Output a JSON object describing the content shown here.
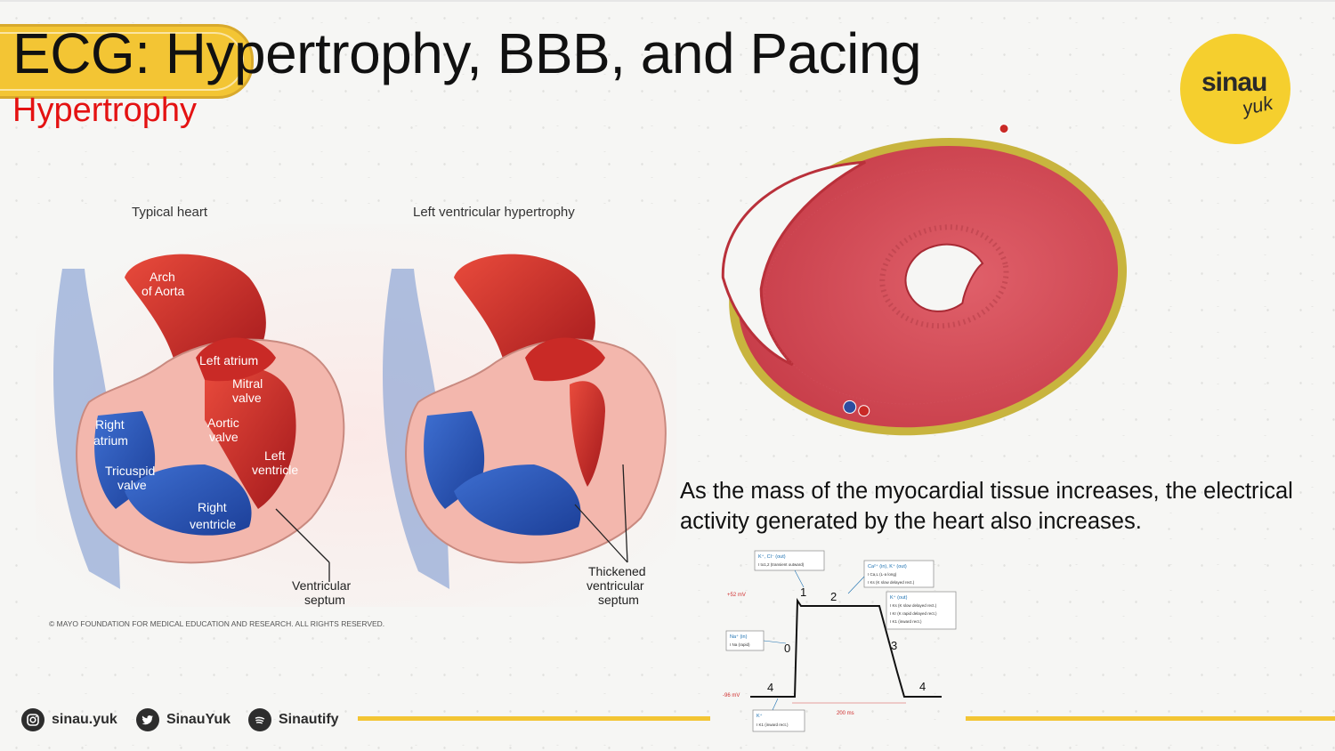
{
  "slide": {
    "title": "ECG: Hypertrophy, BBB, and Pacing",
    "subtitle": "Hypertrophy",
    "body": "As the mass of the myocardial tissue increases, the electrical activity generated by the heart also increases.",
    "accent_color": "#f3c534",
    "subtitle_color": "#e41212"
  },
  "logo": {
    "main": "sinau",
    "sub": "yuk"
  },
  "heart_figure": {
    "left_title": "Typical heart",
    "right_title": "Left ventricular hypertrophy",
    "labels": {
      "arch_line1": "Arch",
      "arch_line2": "of Aorta",
      "left_atrium": "Left atrium",
      "mitral_line1": "Mitral",
      "mitral_line2": "valve",
      "aortic_line1": "Aortic",
      "aortic_line2": "valve",
      "right_atrium_line1": "Right",
      "right_atrium_line2": "atrium",
      "left_ventricle_line1": "Left",
      "left_ventricle_line2": "ventricle",
      "tricuspid_line1": "Tricuspid",
      "tricuspid_line2": "valve",
      "right_ventricle_line1": "Right",
      "right_ventricle_line2": "ventricle",
      "septum_line1": "Ventricular",
      "septum_line2": "septum",
      "thick_line1": "Thickened",
      "thick_line2": "ventricular",
      "thick_line3": "septum"
    },
    "copyright": "© MAYO FOUNDATION FOR MEDICAL EDUCATION AND RESEARCH. ALL RIGHTS RESERVED."
  },
  "action_potential": {
    "phases": [
      "0",
      "1",
      "2",
      "3",
      "4",
      "4"
    ],
    "top_voltage": "+52 mV",
    "bottom_voltage": "-96 mV",
    "duration": "200 ms",
    "boxes": {
      "phase1_ion": "K⁺, Cl⁻ (out)",
      "phase1_current": "I to1,2 (transient outward)",
      "phase2_ion": "Ca²⁺ (in), K⁺ (out)",
      "phase2_current_a": "I Ca,L (L-a long)",
      "phase2_current_b": "I Ks (K slow delayed rect.)",
      "phase3_ion": "K⁺ (out)",
      "phase3_current_a": "I Ks (K slow delayed rect.)",
      "phase3_current_b": "I Kr (K rapid delayed rect.)",
      "phase3_current_c": "I K1 (inward rect.)",
      "phase0_ion": "Na⁺ (in)",
      "phase0_current": "I Na (rapid)",
      "phase4_ion": "K⁺",
      "phase4_current": "I K1 (inward rect.)"
    }
  },
  "footer": {
    "instagram": "sinau.yuk",
    "twitter": "SinauYuk",
    "spotify": "Sinautify"
  }
}
